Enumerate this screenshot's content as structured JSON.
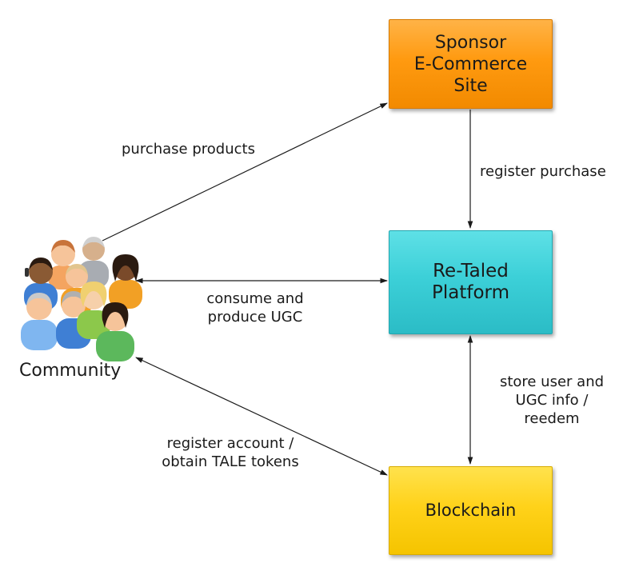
{
  "nodes": {
    "sponsor": "Sponsor\nE-Commerce\nSite",
    "platform": "Re-Taled\nPlatform",
    "blockchain": "Blockchain",
    "community": "Community"
  },
  "edges": {
    "purchase": "purchase products",
    "register_purchase": "register purchase",
    "consume": "consume and\nproduce UGC",
    "store": "store user and\nUGC info /\nreedem",
    "account": "register account /\nobtain TALE tokens"
  },
  "colors": {
    "sponsor": "#ff9a10",
    "platform": "#3cd0d8",
    "blockchain": "#ffd21a",
    "arrow": "#1a1a1a"
  },
  "icons": {
    "community": "people-group-icon"
  }
}
